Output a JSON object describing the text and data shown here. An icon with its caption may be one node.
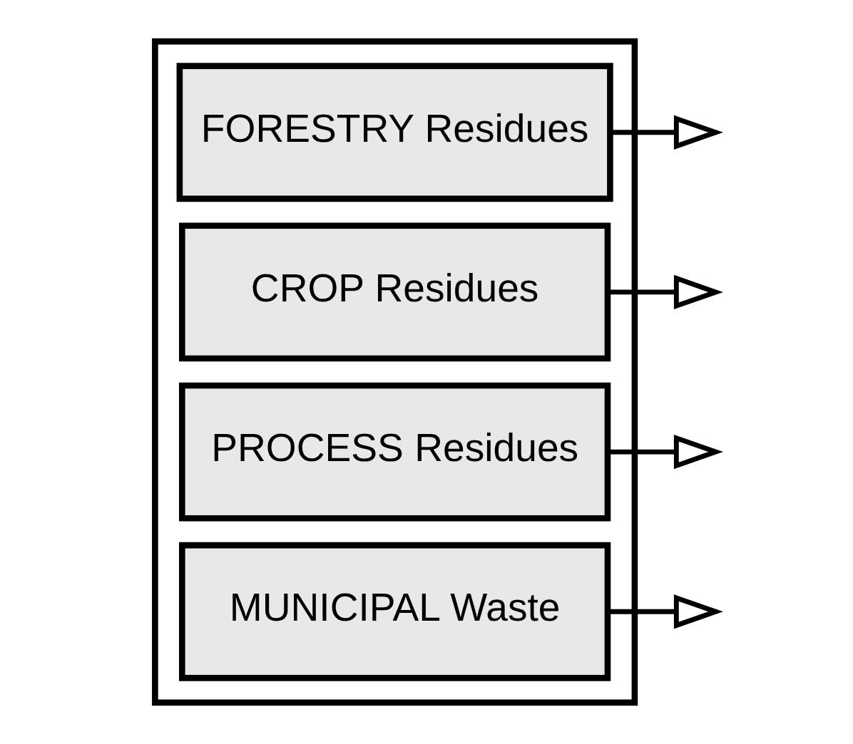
{
  "diagram": {
    "nodes": [
      {
        "text": [],
        "shape": "box"
      },
      {
        "text": [
          "FORESTRY Residues"
        ],
        "in": 0
      },
      {
        "text": [
          "CROP Residues"
        ],
        "in": 0
      },
      {
        "text": [
          "PROCESS Residues"
        ],
        "in": 0
      },
      {
        "text": [
          "MUNICIPAL Waste"
        ],
        "in": 0
      }
    ],
    "edges": [
      {
        "from": 1,
        "to": null,
        "arrow": "to"
      },
      {
        "from": 2,
        "to": null,
        "arrow": "to"
      },
      {
        "from": 3,
        "to": null,
        "arrow": "to"
      },
      {
        "from": 4,
        "to": null,
        "arrow": "to"
      }
    ]
  }
}
